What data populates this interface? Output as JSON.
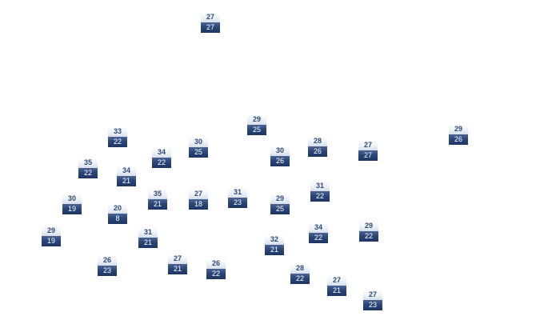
{
  "colors": {
    "upper_text": "#2b4a7c",
    "lower_bg": "#1d3563",
    "lower_text": "#ffffff"
  },
  "stations": [
    {
      "top": "27",
      "bottom": "27"
    },
    {
      "top": "29",
      "bottom": "25"
    },
    {
      "top": "29",
      "bottom": "26"
    },
    {
      "top": "33",
      "bottom": "22"
    },
    {
      "top": "30",
      "bottom": "25"
    },
    {
      "top": "28",
      "bottom": "26"
    },
    {
      "top": "34",
      "bottom": "22"
    },
    {
      "top": "30",
      "bottom": "26"
    },
    {
      "top": "27",
      "bottom": "27"
    },
    {
      "top": "35",
      "bottom": "22"
    },
    {
      "top": "34",
      "bottom": "21"
    },
    {
      "top": "31",
      "bottom": "22"
    },
    {
      "top": "35",
      "bottom": "21"
    },
    {
      "top": "27",
      "bottom": "18"
    },
    {
      "top": "31",
      "bottom": "23"
    },
    {
      "top": "30",
      "bottom": "19"
    },
    {
      "top": "29",
      "bottom": "25"
    },
    {
      "top": "20",
      "bottom": "8"
    },
    {
      "top": "29",
      "bottom": "19"
    },
    {
      "top": "31",
      "bottom": "21"
    },
    {
      "top": "34",
      "bottom": "22"
    },
    {
      "top": "29",
      "bottom": "22"
    },
    {
      "top": "32",
      "bottom": "21"
    },
    {
      "top": "27",
      "bottom": "21"
    },
    {
      "top": "26",
      "bottom": "23"
    },
    {
      "top": "26",
      "bottom": "22"
    },
    {
      "top": "28",
      "bottom": "22"
    },
    {
      "top": "27",
      "bottom": "21"
    },
    {
      "top": "27",
      "bottom": "23"
    }
  ]
}
